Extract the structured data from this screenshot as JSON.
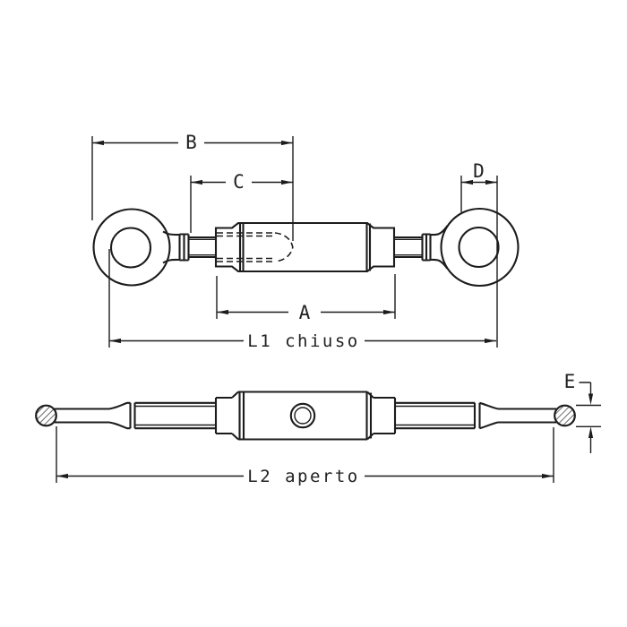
{
  "colors": {
    "line": "#1c1c1c",
    "background": "#ffffff",
    "text": "#222222"
  },
  "views": {
    "closed": {
      "labels": {
        "B": "B",
        "C": "C",
        "D": "D",
        "A": "A",
        "L1": "L1 chiuso"
      }
    },
    "open": {
      "labels": {
        "L2": "L2 aperto",
        "E": "E"
      }
    }
  }
}
